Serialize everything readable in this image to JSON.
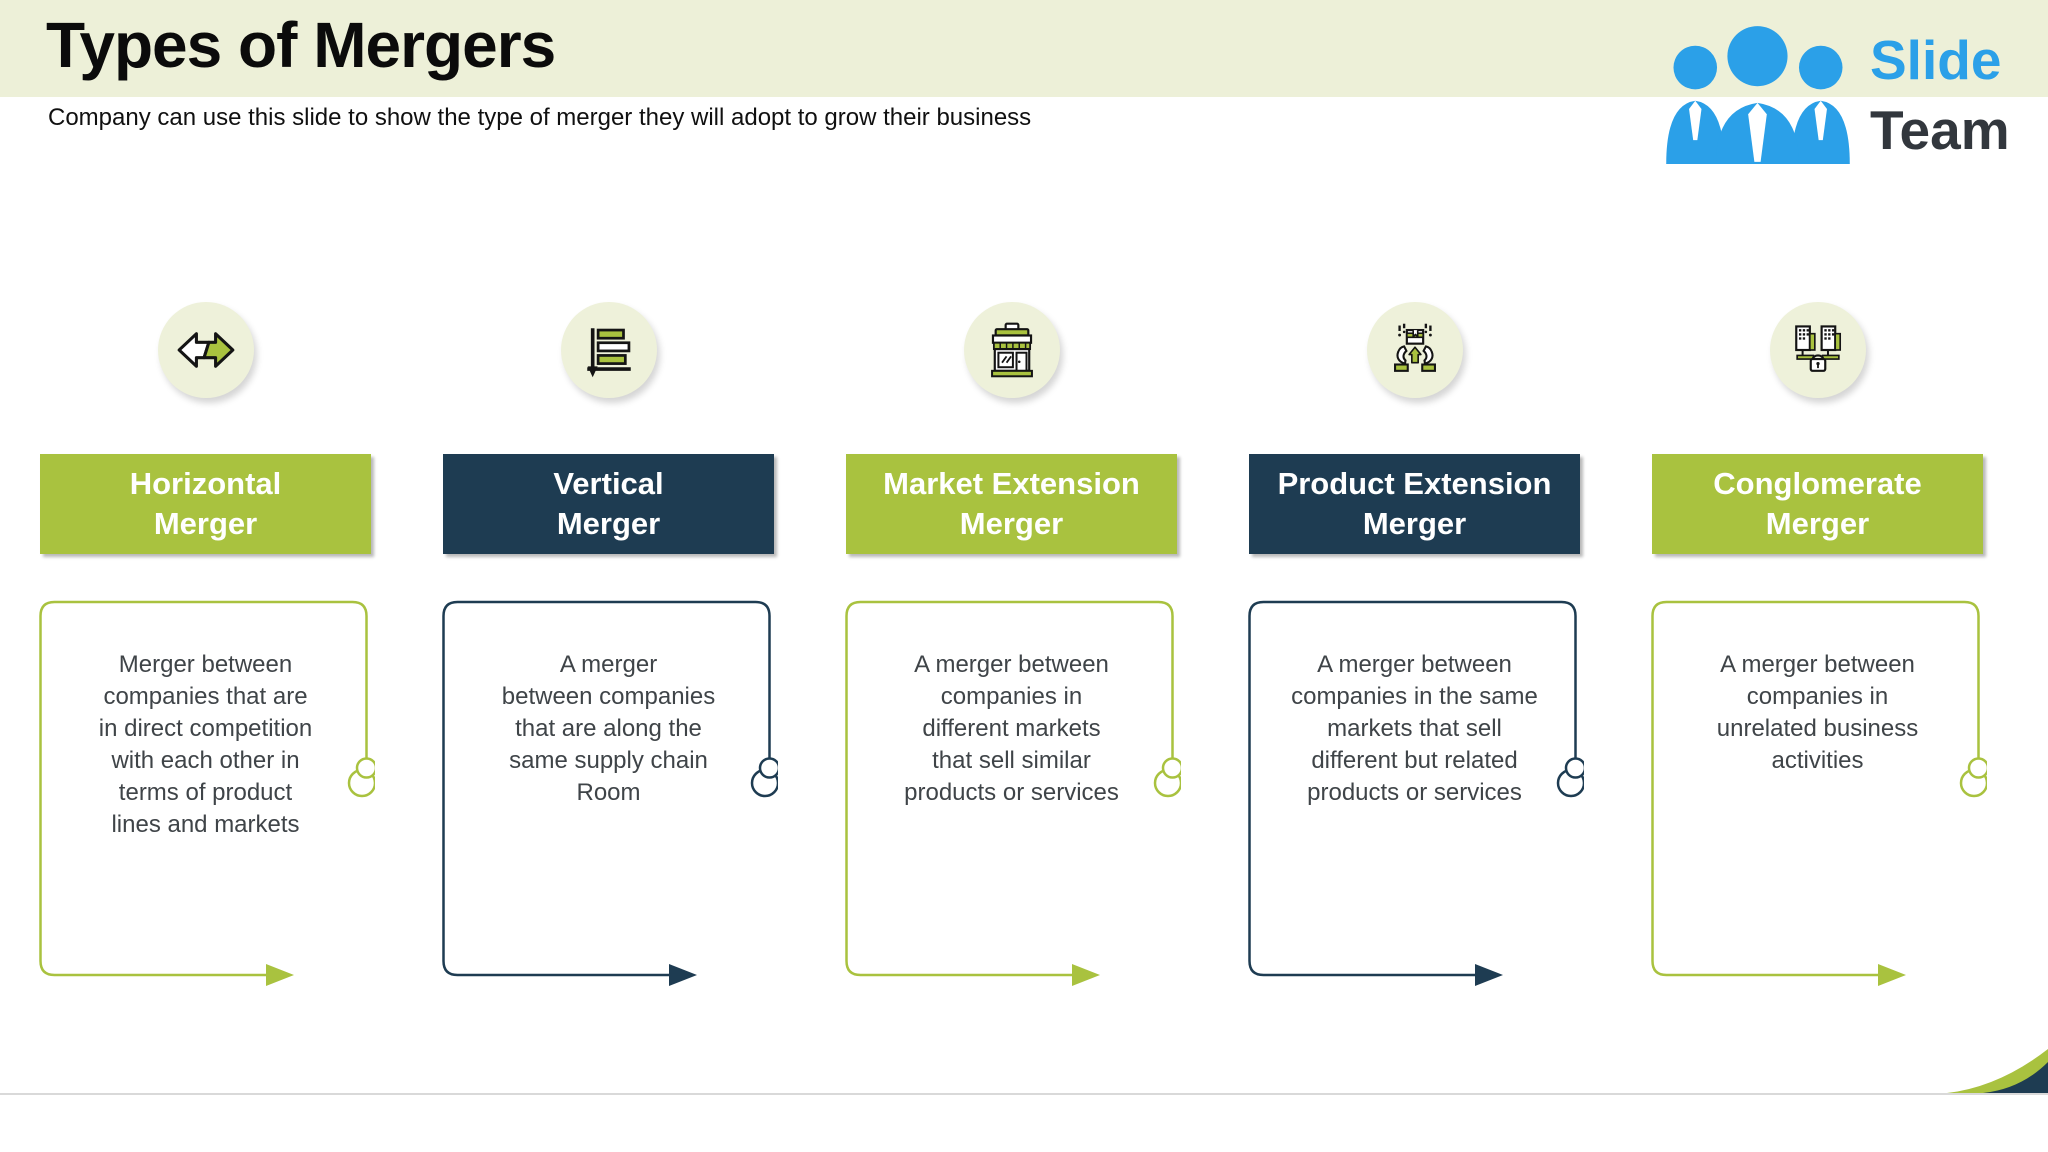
{
  "slide": {
    "title": "Types of Mergers",
    "subtitle": "Company can use this slide to show the type of merger they will adopt to grow their business"
  },
  "logo": {
    "slide": "Slide",
    "team": "Team"
  },
  "colors": {
    "green": "#a9c23f",
    "navy": "#1e3c52",
    "header_bg": "#edf0d8",
    "icon_bg": "#eef1da",
    "body_text": "#3f4448",
    "heading_text": "#0b0b0b",
    "title_text": "#ffffff",
    "logo_blue": "#2ba0e8",
    "logo_dark": "#32373d",
    "footer_line": "#d9d9d9"
  },
  "columns": [
    {
      "title": "Horizontal\nMerger",
      "accent": "green",
      "icon": "horizontal-arrows-icon",
      "description": "Merger between\ncompanies that are\nin direct competition\nwith each other in\nterms of product\nlines and markets"
    },
    {
      "title": "Vertical\nMerger",
      "accent": "navy",
      "icon": "supply-chain-bars-icon",
      "description": "A merger\nbetween companies\nthat are along the\nsame supply chain\nRoom"
    },
    {
      "title": "Market Extension\nMerger",
      "accent": "green",
      "icon": "storefront-icon",
      "description": "A merger between\ncompanies in\ndifferent markets\nthat sell similar\nproducts or services"
    },
    {
      "title": "Product Extension\nMerger",
      "accent": "navy",
      "icon": "product-in-hands-icon",
      "description": "A merger between\ncompanies in the same\nmarkets that sell\ndifferent but related\nproducts or services"
    },
    {
      "title": "Conglomerate\nMerger",
      "accent": "green",
      "icon": "merged-companies-lock-icon",
      "description": "A merger between\ncompanies in\nunrelated business\nactivities"
    }
  ]
}
